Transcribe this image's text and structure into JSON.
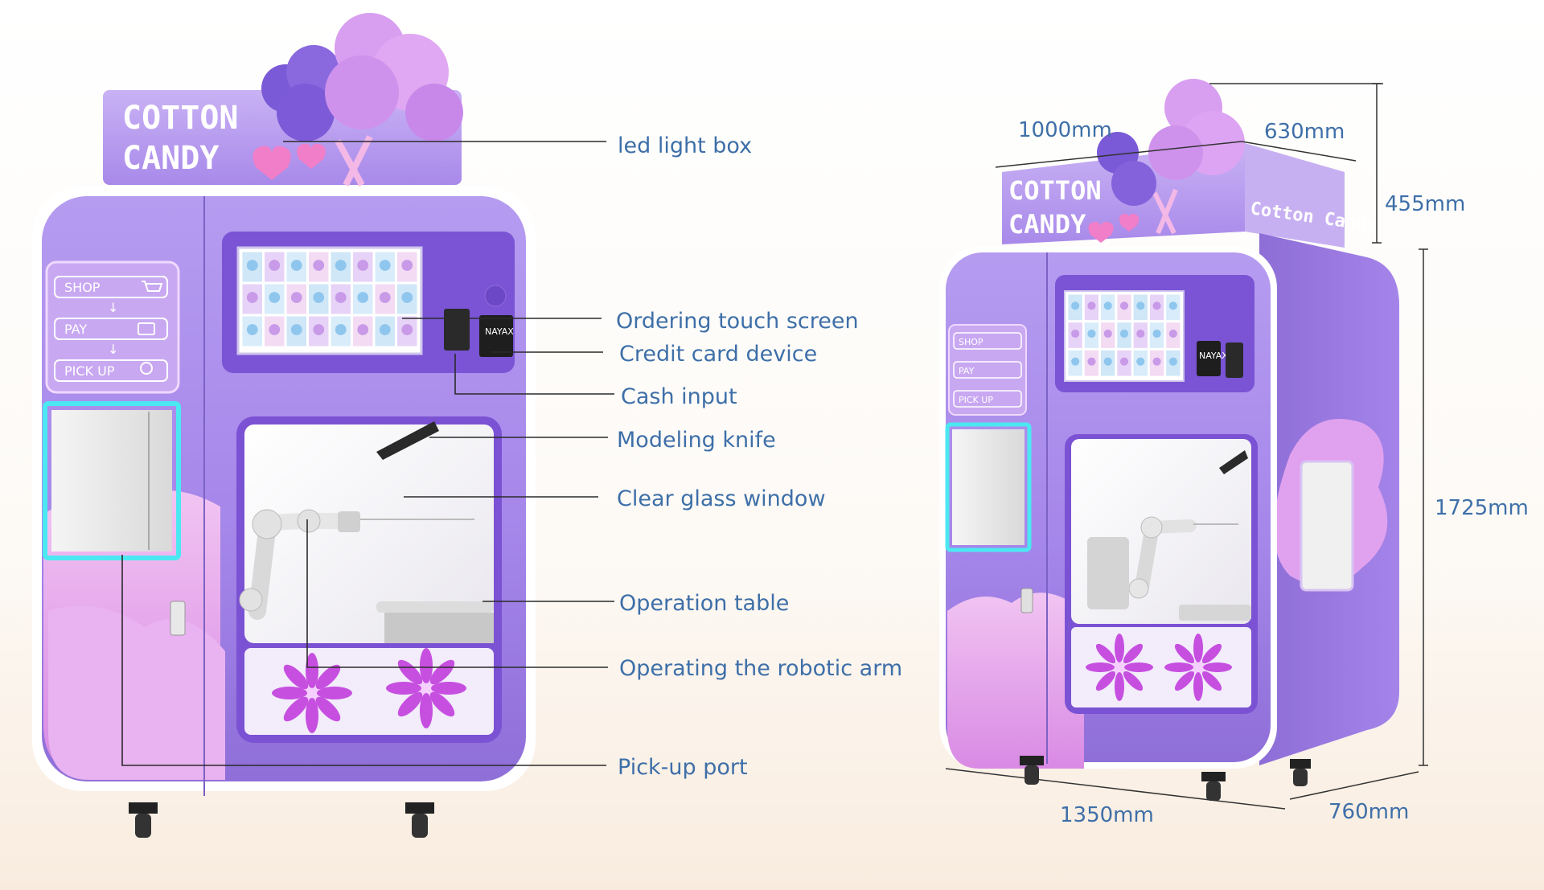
{
  "left_machine": {
    "sign_line1": "COTTON",
    "sign_line2": "CANDY",
    "steps": [
      "SHOP",
      "PAY",
      "PICK UP"
    ],
    "reader_text": "NAYAX"
  },
  "right_machine": {
    "sign_line1": "COTTON",
    "sign_line2": "CANDY",
    "side_sign": "Cotton Candy",
    "steps": [
      "SHOP",
      "PAY",
      "PICK UP"
    ],
    "reader_text": "NAYAX"
  },
  "callouts": [
    "led light box",
    "Ordering touch screen",
    "Credit card device",
    "Cash input",
    "Modeling knife",
    "Clear glass window",
    "Operation table",
    "Operating the robotic arm",
    "Pick-up port"
  ],
  "dimensions": {
    "top_width": "1000mm",
    "top_depth": "630mm",
    "box_height": "455mm",
    "body_height": "1725mm",
    "base_width": "1350mm",
    "base_depth": "760mm"
  },
  "colors": {
    "machine_purple": "#9c7fe0",
    "accent_pink": "#e6a6ee",
    "glow_cyan": "#4ce8f2",
    "label_blue": "#3e6fa8"
  }
}
